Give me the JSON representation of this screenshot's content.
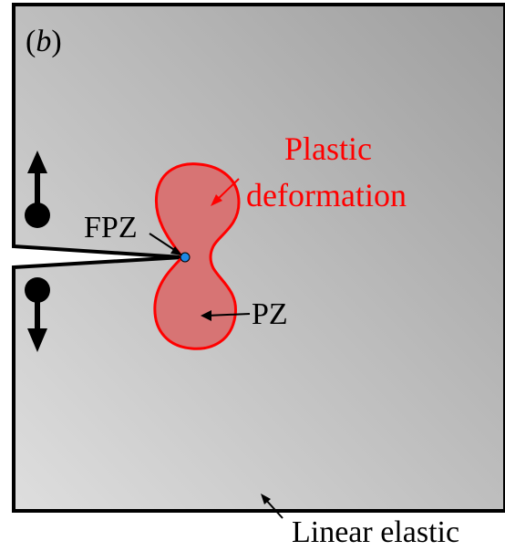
{
  "panel_label": {
    "open_paren": "(",
    "letter": "b",
    "close_paren": ")"
  },
  "annotations": {
    "plastic_line1": "Plastic",
    "plastic_line2": "deformation",
    "fpz": "FPZ",
    "pz": "PZ",
    "linear_elastic": "Linear elastic"
  },
  "colors": {
    "plastic_text": "#ff0000",
    "plastic_zone_fill": "#d87070",
    "plastic_zone_stroke": "#ff0000",
    "specimen_light": "#dcdcdc",
    "specimen_dark": "#a0a0a0",
    "fpz_dot": "#1e88e5",
    "outline": "#000000"
  },
  "icons": [
    "load-arrow-up-icon",
    "load-arrow-down-icon"
  ]
}
